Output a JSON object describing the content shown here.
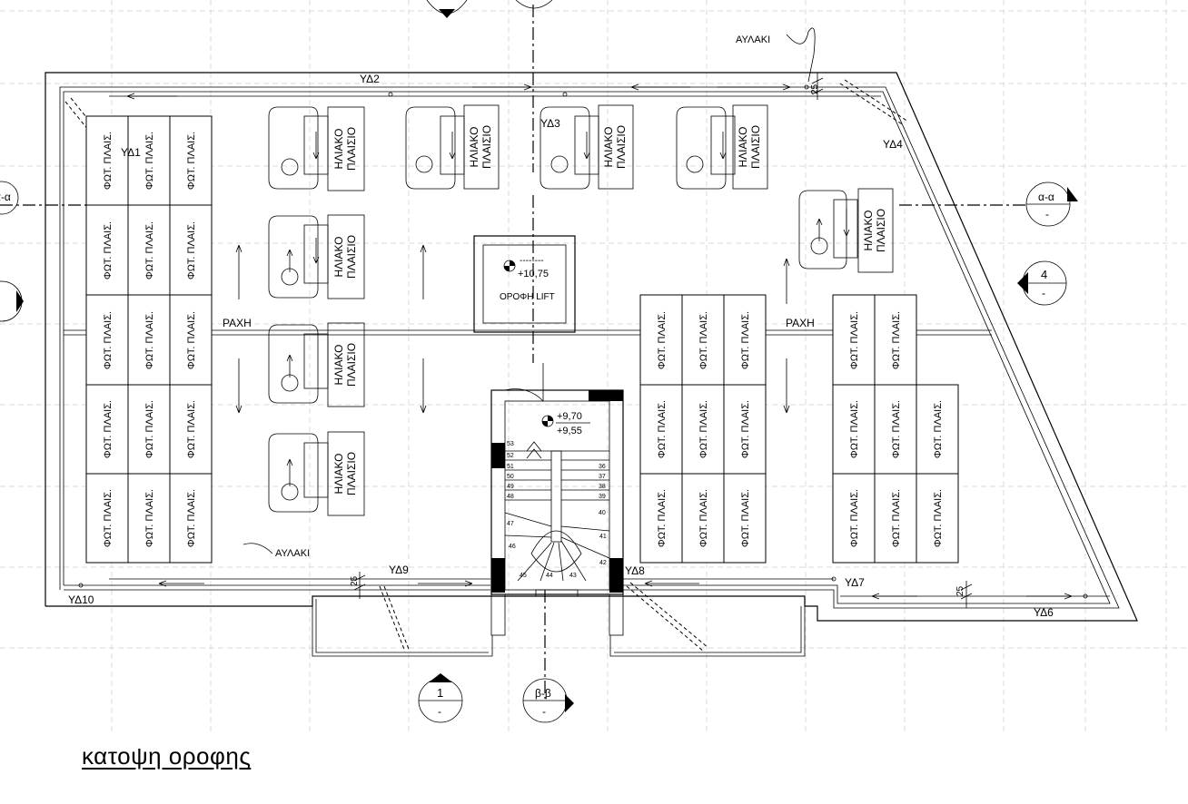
{
  "title": "κατοψη οροφης",
  "labels": {
    "pv_panel": "ΦΩΤ. ΠΛΑΙΣ.",
    "solar_line1": "ΗΛΙΑΚΟ",
    "solar_line2": "ΠΛΑΙΣΙΟ",
    "ridge": "ΡΑΧΗ",
    "gutter": "ΑΥΛΑΚΙ",
    "lift_roof": "ΟΡΟΦΗ LIFT",
    "gap": "25"
  },
  "levels": {
    "lift_placeholder": "--------",
    "lift": "+10,75",
    "stair_top": "+9,70",
    "stair_bottom": "+9,55"
  },
  "downpipes": [
    "ΥΔ1",
    "ΥΔ2",
    "ΥΔ3",
    "ΥΔ4",
    "ΥΔ6",
    "ΥΔ7",
    "ΥΔ8",
    "ΥΔ9",
    "ΥΔ10"
  ],
  "section_markers": {
    "alpha": "α-α",
    "beta": "β-β",
    "four": "4",
    "one": "1",
    "dash": "-"
  },
  "stair_steps_left": [
    "53",
    "52",
    "51",
    "50",
    "49",
    "48",
    "47",
    "46",
    "45"
  ],
  "stair_steps_right": [
    "36",
    "37",
    "38",
    "39",
    "40",
    "41",
    "42",
    "43",
    "44"
  ]
}
